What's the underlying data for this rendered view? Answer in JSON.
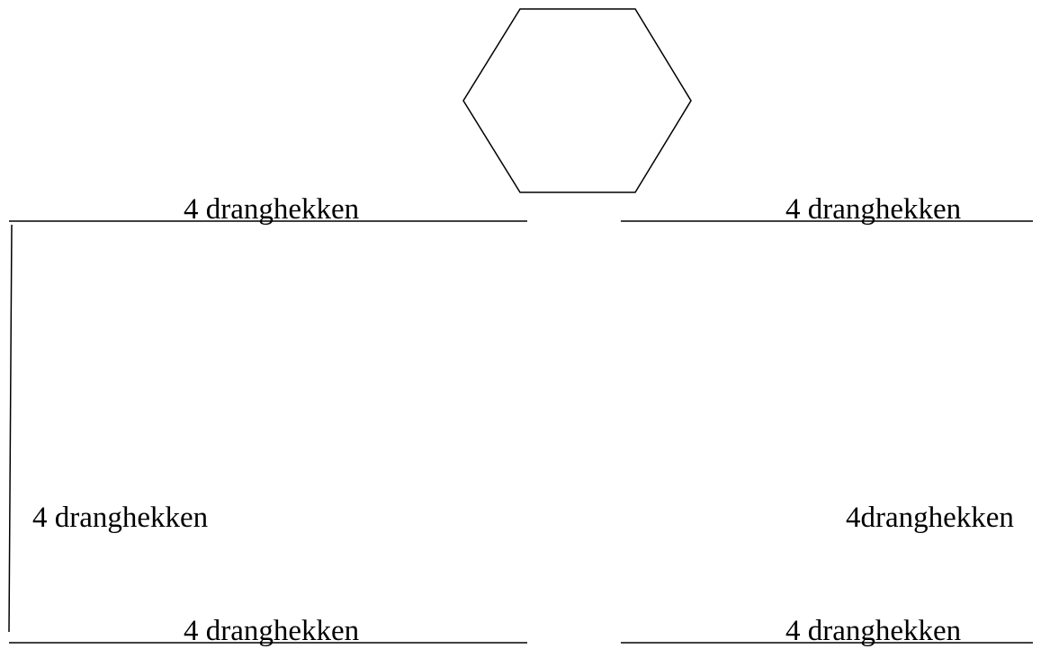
{
  "labels": {
    "top_left": "4 dranghekken",
    "top_right": "4 dranghekken",
    "mid_left": "4 dranghekken",
    "mid_right": "4dranghekken",
    "bottom_left": "4 dranghekken",
    "bottom_right": "4 dranghekken"
  },
  "colors": {
    "stroke": "#000000",
    "background": "#ffffff"
  }
}
